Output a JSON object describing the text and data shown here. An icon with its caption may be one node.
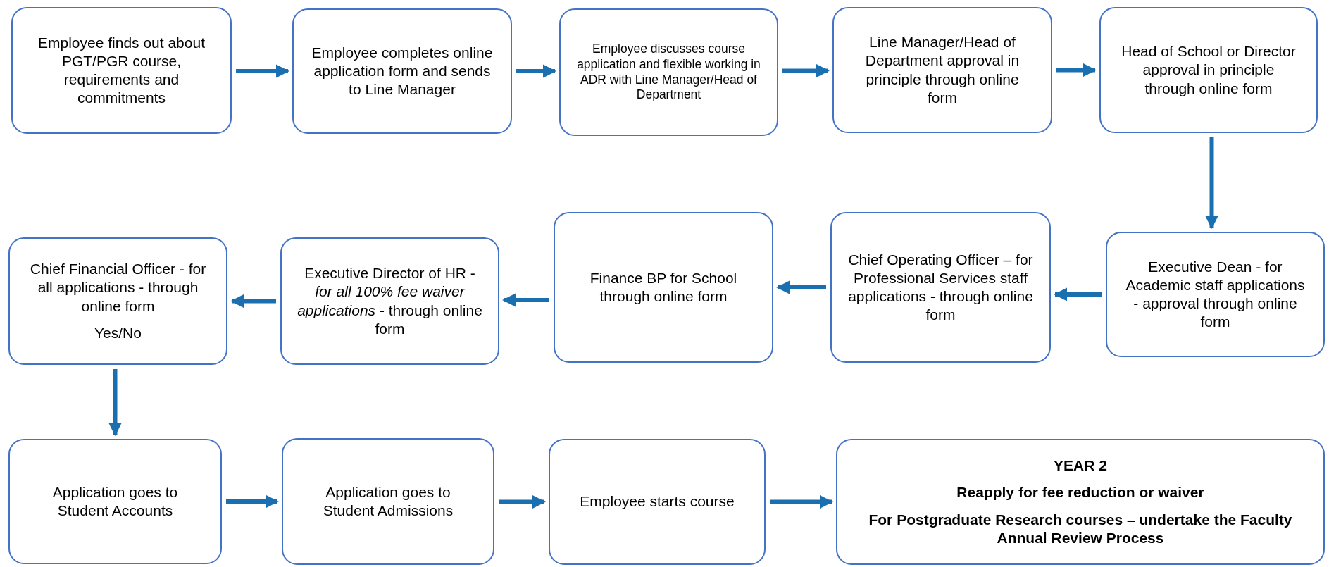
{
  "diagram": {
    "nodes": [
      {
        "text": [
          "Employee finds out about PGT/PGR course, requirements and commitments"
        ]
      },
      {
        "text": [
          "Employee completes online application form and sends to Line Manager"
        ]
      },
      {
        "text": [
          "Employee discusses course application and flexible working in ADR with Line Manager/Head of Department"
        ]
      },
      {
        "text": [
          "Line Manager/Head of Department approval in principle through online form"
        ]
      },
      {
        "text": [
          "Head of School or Director approval in principle through online form"
        ]
      },
      {
        "text": [
          "Executive Dean - for Academic staff applications - approval through online form"
        ]
      },
      {
        "text": [
          "Chief Operating Officer – for Professional Services staff applications - through online form"
        ]
      },
      {
        "text": [
          "Finance BP for School through online form"
        ]
      },
      {
        "text": [
          "Executive Director of HR - *for all 100% fee waiver applications* - through online form"
        ]
      },
      {
        "text": [
          "Chief Financial Officer - for all applications - through online form",
          "Yes/No"
        ]
      },
      {
        "text": [
          "Application goes to Student Accounts"
        ]
      },
      {
        "text": [
          "Application goes to Student Admissions"
        ]
      },
      {
        "text": [
          "Employee starts course"
        ]
      },
      {
        "text": [
          "YEAR 2",
          "Reapply for fee reduction or waiver",
          "For Postgraduate Research courses – undertake the Faculty Annual Review Process"
        ]
      }
    ],
    "edges": [
      {
        "from": 0,
        "to": 1,
        "arrow": "to"
      },
      {
        "from": 1,
        "to": 2,
        "arrow": "to"
      },
      {
        "from": 2,
        "to": 3,
        "arrow": "to"
      },
      {
        "from": 3,
        "to": 4,
        "arrow": "to"
      },
      {
        "from": 4,
        "to": 5,
        "arrow": "to"
      },
      {
        "from": 5,
        "to": 6,
        "arrow": "to"
      },
      {
        "from": 6,
        "to": 7,
        "arrow": "to"
      },
      {
        "from": 7,
        "to": 8,
        "arrow": "to"
      },
      {
        "from": 8,
        "to": 9,
        "arrow": "to"
      },
      {
        "from": 9,
        "to": 10,
        "arrow": "to"
      },
      {
        "from": 10,
        "to": 11,
        "arrow": "to"
      },
      {
        "from": 11,
        "to": 12,
        "arrow": "to"
      },
      {
        "from": 12,
        "to": 13,
        "arrow": "to"
      }
    ]
  }
}
